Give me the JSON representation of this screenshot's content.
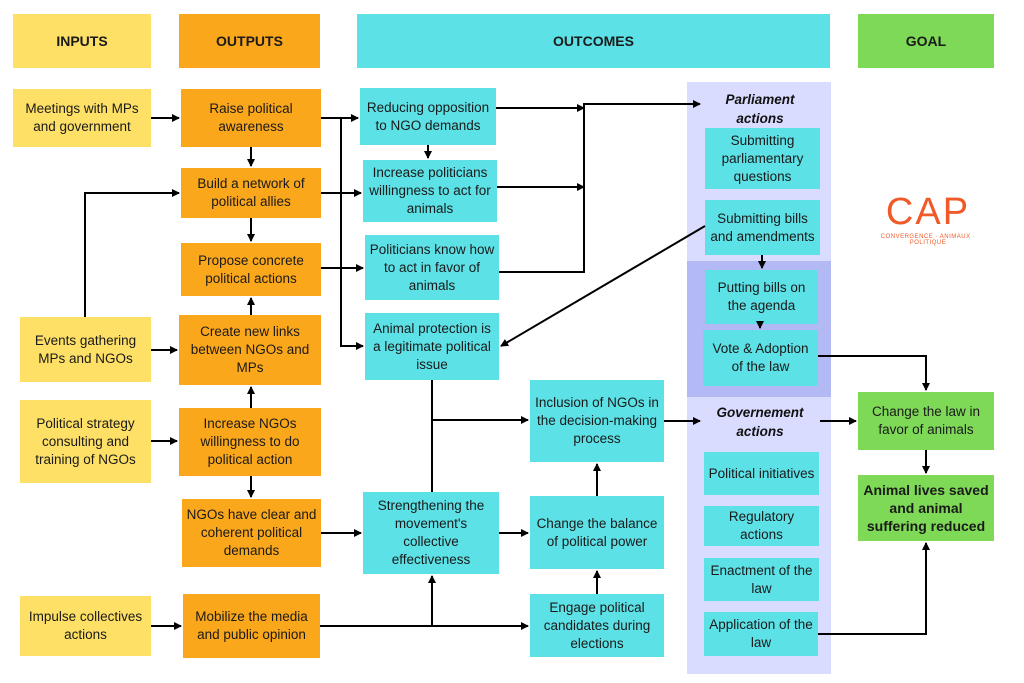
{
  "headers": {
    "inputs": "INPUTS",
    "outputs": "OUTPUTS",
    "outcomes": "OUTCOMES",
    "goal": "GOAL"
  },
  "inputs": [
    "Meetings with MPs and government",
    "Events gathering MPs and NGOs",
    "Political strategy consulting and training of NGOs",
    "Impulse collectives actions"
  ],
  "outputs": [
    "Raise political awareness",
    "Build a network of political allies",
    "Propose concrete political actions",
    "Create new links between NGOs and MPs",
    "Increase NGOs willingness to do political action",
    "NGOs have clear and coherent political demands",
    "Mobilize the media and public opinion"
  ],
  "outcomes_left": [
    "Reducing opposition to NGO demands",
    "Increase politicians willingness to act for animals",
    "Politicians know how to act in favor of animals",
    "Animal protection is a legitimate political issue",
    "Strengthening the movement's collective effectiveness"
  ],
  "outcomes_mid": [
    "Inclusion of NGOs in the decision-making process",
    "Change the balance of political power",
    "Engage political candidates during elections"
  ],
  "parliament": {
    "title": "Parliament actions",
    "items": [
      "Submitting parliamentary questions",
      "Submitting bills and amendments",
      "Putting bills on the agenda",
      "Vote & Adoption of the law"
    ]
  },
  "government": {
    "title": "Governement actions",
    "items": [
      "Political initiatives",
      "Regulatory actions",
      "Enactment of the law",
      "Application of the law"
    ]
  },
  "goals": [
    "Change the law in favor of animals",
    "Animal lives saved and animal suffering reduced"
  ],
  "logo": {
    "name": "CAP",
    "tagline": "CONVERGENCE · ANIMAUX · POLITIQUE"
  },
  "colors": {
    "inputs": "#ffe066",
    "outputs": "#fba71c",
    "outcomes": "#5ce1e6",
    "goal": "#7ed957",
    "panel": "#d9dcff",
    "logo": "#f05a28"
  }
}
